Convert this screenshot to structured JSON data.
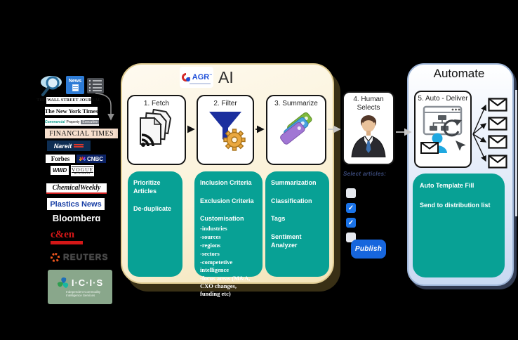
{
  "sources": {
    "news_icon_label": "News",
    "wsj": "THE WALL STREET JOURNAL",
    "nyt": "The New York Times",
    "cpe_commercial": "Commercial",
    "cpe_property": "Property",
    "cpe_executive": "Executive",
    "ft": "FINANCIAL TIMES",
    "nareit": "Nareit",
    "forbes": "Forbes",
    "cnbc": "CNBC",
    "wwd": "WWD",
    "vogue": "VOGUE",
    "vogue_sub": "BUSINESS",
    "chemicalweekly": "ChemicalWeekly",
    "plastics": "Plastics News",
    "bloomberg": "Bloomberg",
    "cen": "c&en",
    "reuters": "REUTERS",
    "icis": "I·C·I·S",
    "icis_sub": "Independent Commodity Intelligence Services"
  },
  "pipeline": {
    "brand": {
      "agr": "AGR",
      "tm": "™",
      "ai": "AI"
    },
    "steps": [
      {
        "label": "1. Fetch"
      },
      {
        "label": "2. Filter"
      },
      {
        "label": "3. Summarize"
      }
    ],
    "fetch_notes": {
      "line1": "Prioritize Articles",
      "line2": "De-duplicate"
    },
    "filter_notes": {
      "line1": "Inclusion Criteria",
      "line2": "Exclusion Criteria",
      "line3": "Customisation",
      "items": [
        "-industries",
        "-sources",
        "-regions",
        "-sectors",
        "-competetive intelligence",
        "-focus areas (M&A, CXO changes, funding etc)"
      ]
    },
    "summarize_notes": {
      "line1": "Summarization",
      "line2": "Classification",
      "line3": "Tags",
      "line4": "Sentiment Analyzer"
    }
  },
  "human": {
    "title": "4. Human Selects",
    "select_label": "Select articles:",
    "checkboxes": [
      {
        "checked": false
      },
      {
        "checked": true
      },
      {
        "checked": true
      },
      {
        "checked": false
      }
    ],
    "check_glyph": "✓",
    "publish_label": "Publish"
  },
  "automate": {
    "title": "Automate",
    "step_label": "5. Auto - Deliver",
    "envelope_count": 4,
    "notes": {
      "line1": "Auto Template Fill",
      "line2": "Send to distribution list"
    }
  },
  "colors": {
    "background": "#000000",
    "teal_note": "#08a195",
    "cream_panel": "#fbf2d9",
    "automate_panel_bottom": "#c9d9f2",
    "publish_blue": "#1766dd",
    "checkbox_blue": "#1a73e8",
    "funnel_blue": "#1b2f9e",
    "gear_gold": "#eaa83f",
    "tag_green": "#7fb93c",
    "tag_blue": "#4aa3e0",
    "tag_purple": "#a176d4",
    "reuters_orange": "#f0571f",
    "icis_green": "#89a78b"
  }
}
